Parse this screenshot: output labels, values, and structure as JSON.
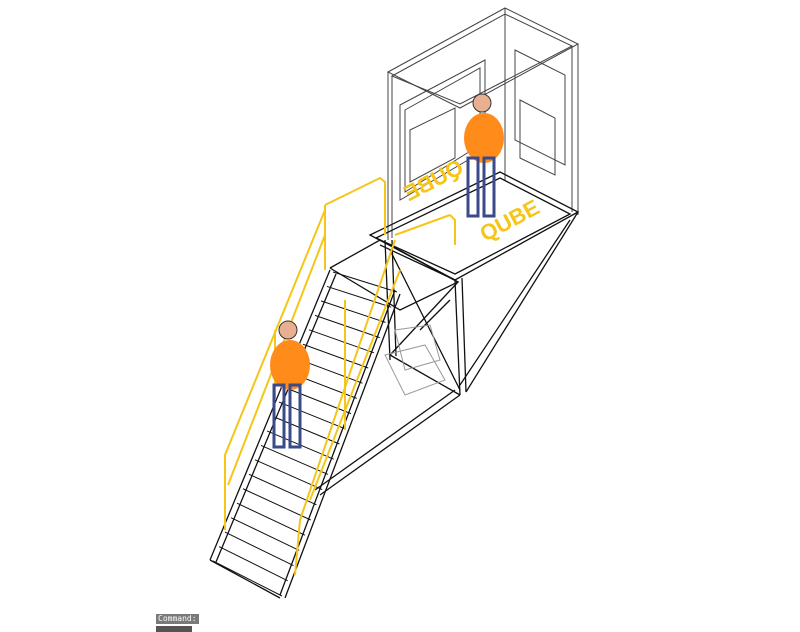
{
  "command_line": {
    "prompt": "Command:",
    "input": ""
  },
  "drawing": {
    "signage_text_left": "QUBE",
    "signage_text_right": "QUBE",
    "colors": {
      "structure": "#111111",
      "railing": "#f5c518",
      "person_shirt": "#ff8c1a",
      "person_legs": "#3a4a8a",
      "cabin": "#444444",
      "accent": "#ff00ff"
    }
  }
}
